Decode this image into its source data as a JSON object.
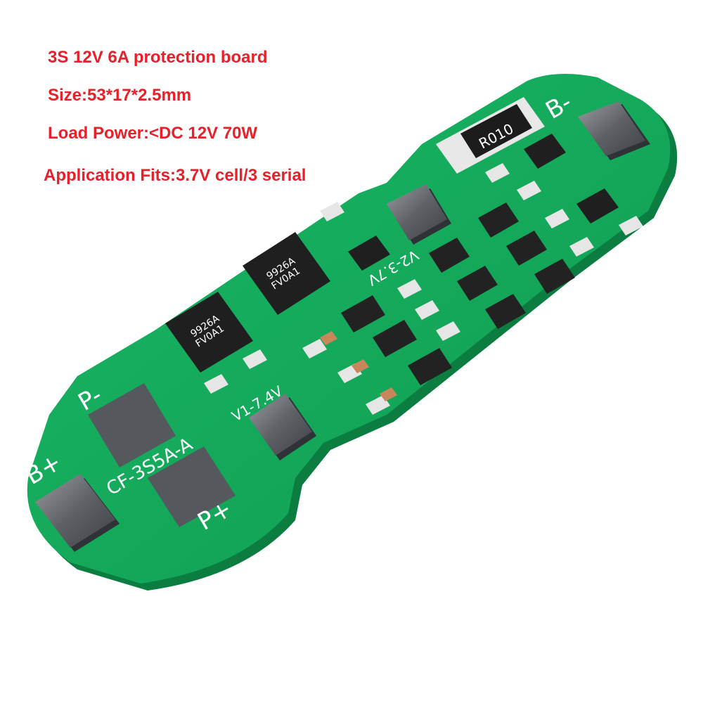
{
  "specs": {
    "line1": "3S 12V 6A protection board",
    "line2": "Size:53*17*2.5mm",
    "line3": "Load Power:<DC 12V 70W",
    "line4": "Application Fits:3.7V cell/3 serial"
  },
  "board": {
    "model_marking": "CF-3S5A-A",
    "pad_labels": {
      "b_minus": "B-",
      "b_plus": "B+",
      "p_minus": "P-",
      "p_plus": "P+"
    },
    "voltage_marks": {
      "v1": "V1-7.4V",
      "v2": "V2-3.7V"
    },
    "resistor_marking": "R010",
    "mosfet_markings": {
      "line1": "9926A",
      "line2": "FV0A1"
    }
  },
  "colors": {
    "text_red": "#e8202a",
    "board_green": "#14a85a",
    "pad_gray": "#6b6e72"
  }
}
